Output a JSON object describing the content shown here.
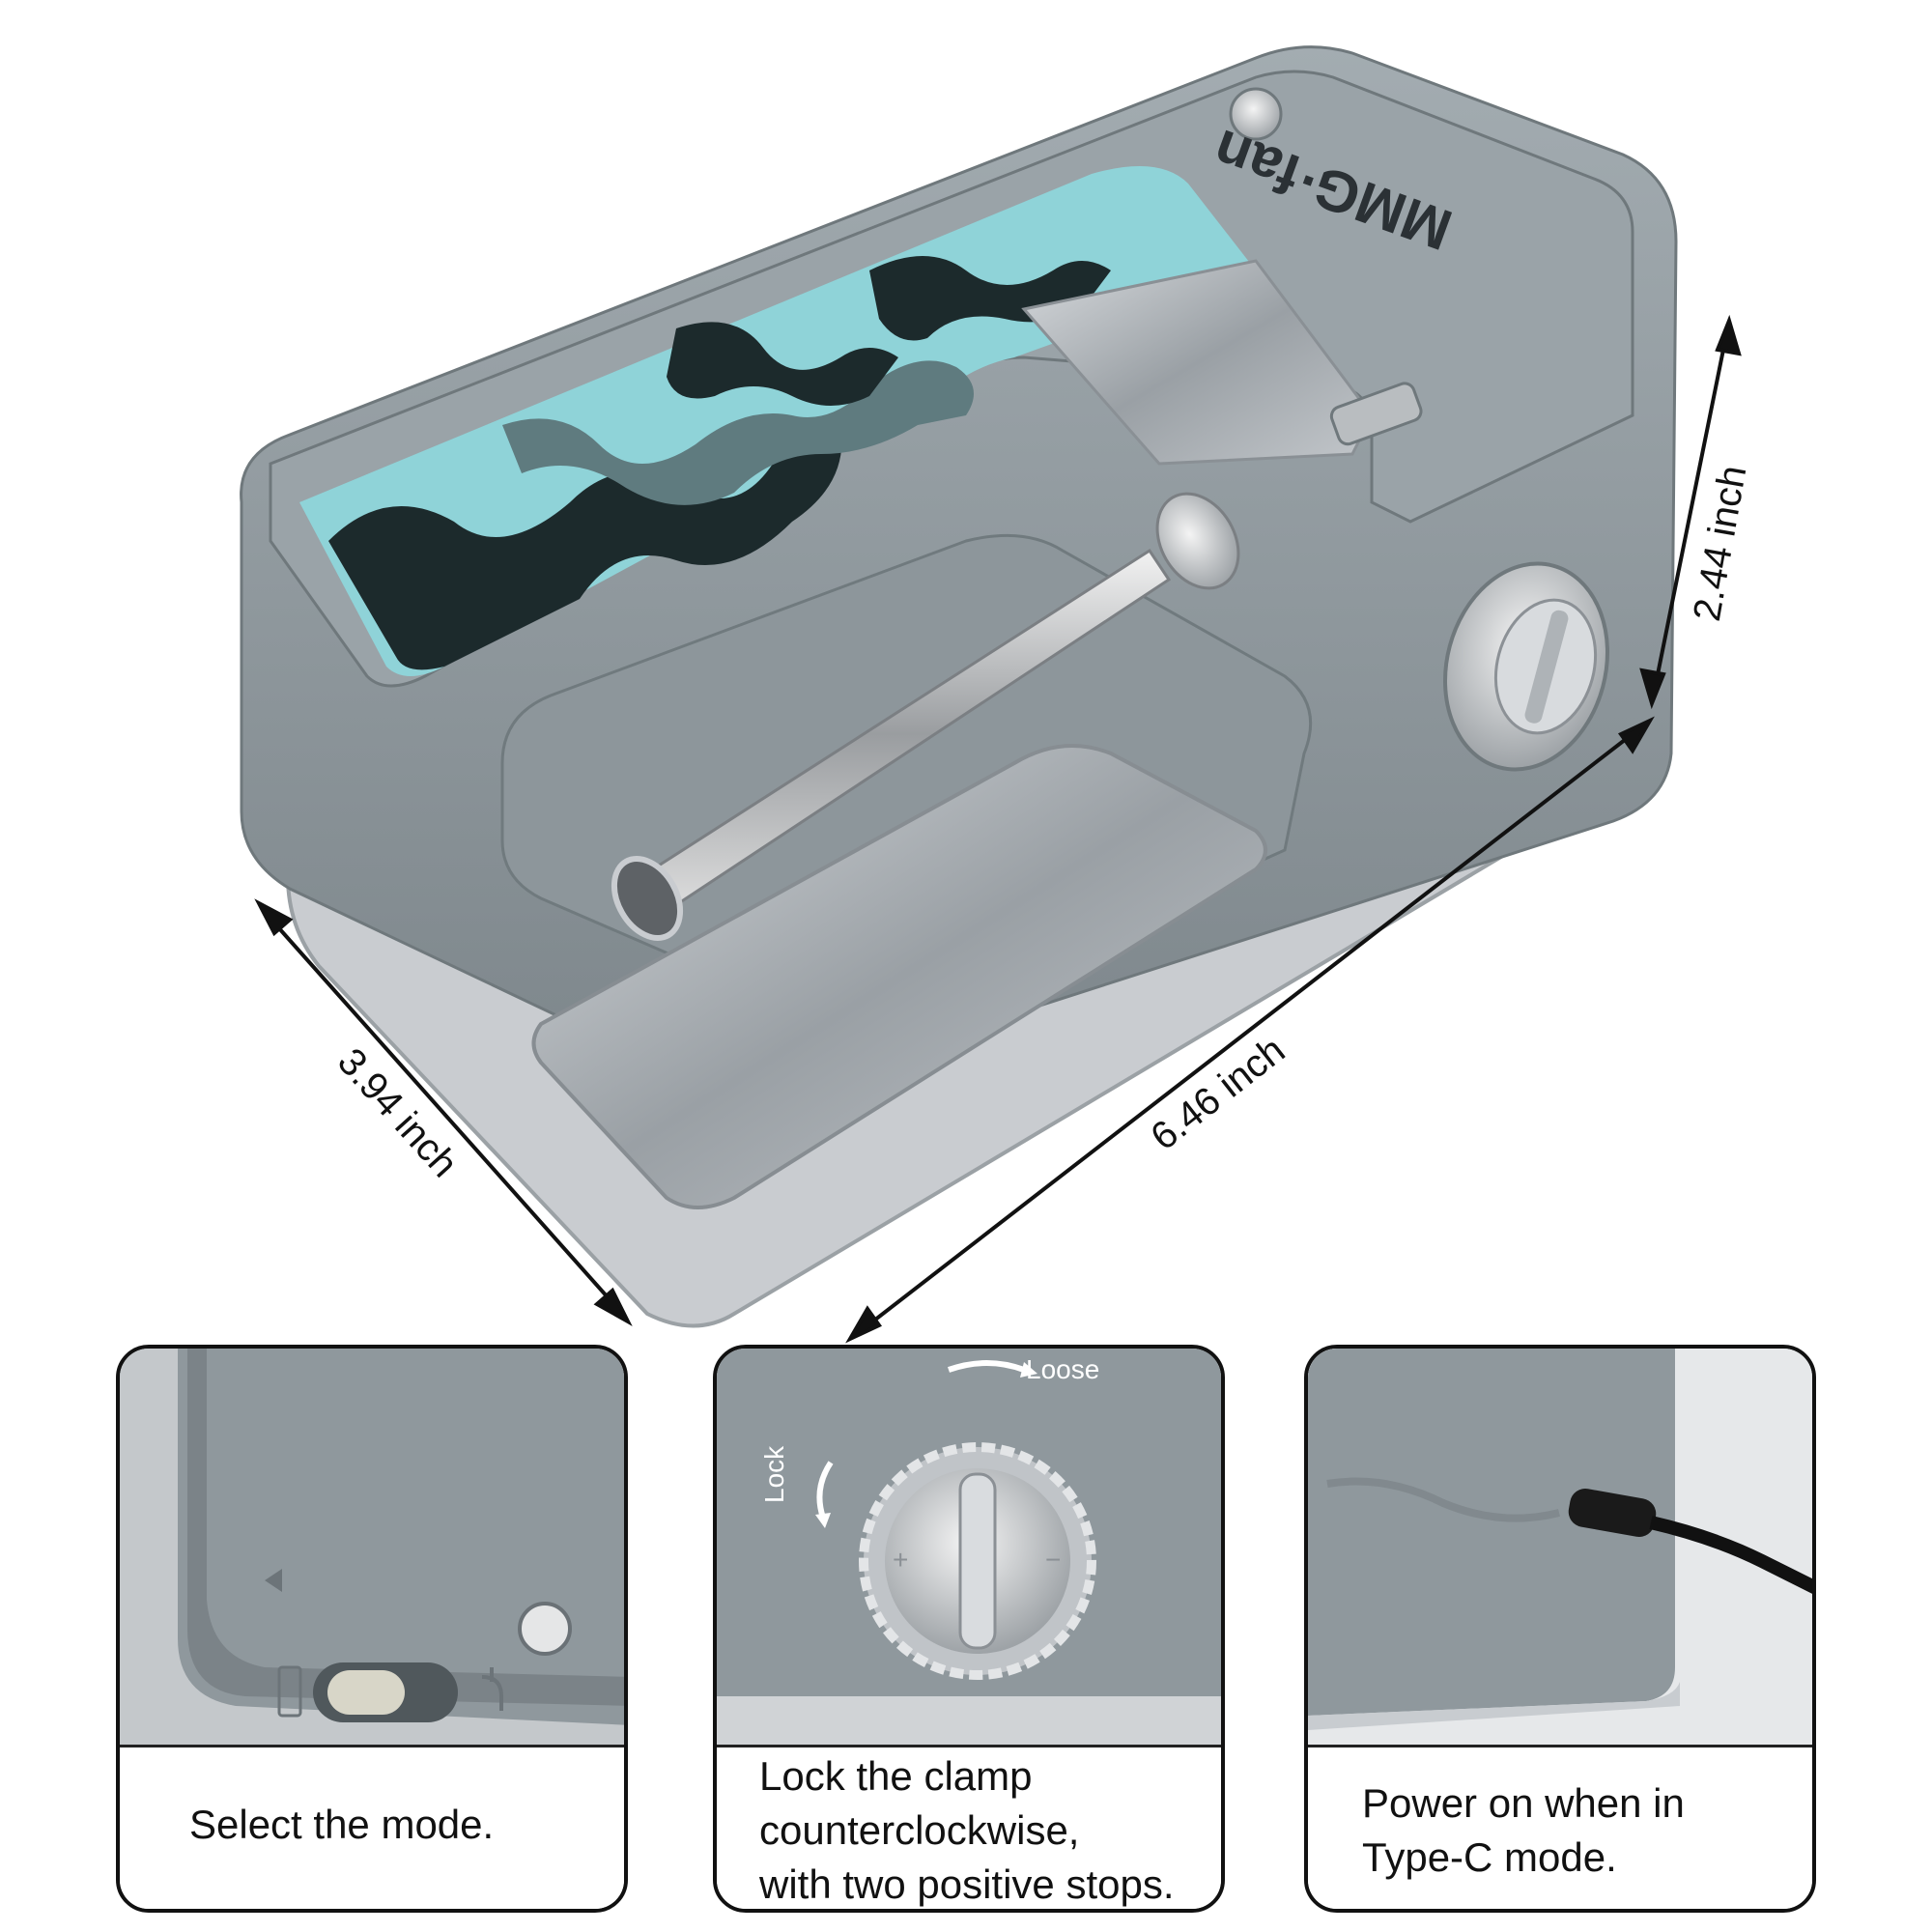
{
  "product": {
    "brand_text": "MMG·fan",
    "dimensions": {
      "width": "3.94 inch",
      "length": "6.46 inch",
      "height": "2.44 inch"
    }
  },
  "panels": [
    {
      "caption": "Select the mode."
    },
    {
      "caption": "Lock the clamp\ncounterclockwise,\nwith two positive stops.",
      "knob_labels": {
        "loose": "Loose",
        "lock": "Lock"
      }
    },
    {
      "caption": "Power on when in\nType-C mode."
    }
  ],
  "colors": {
    "body": "#8e979c",
    "metal": "#c9ccd0",
    "camo_light": "#8fd3d8",
    "camo_dark": "#1c2a2c"
  }
}
